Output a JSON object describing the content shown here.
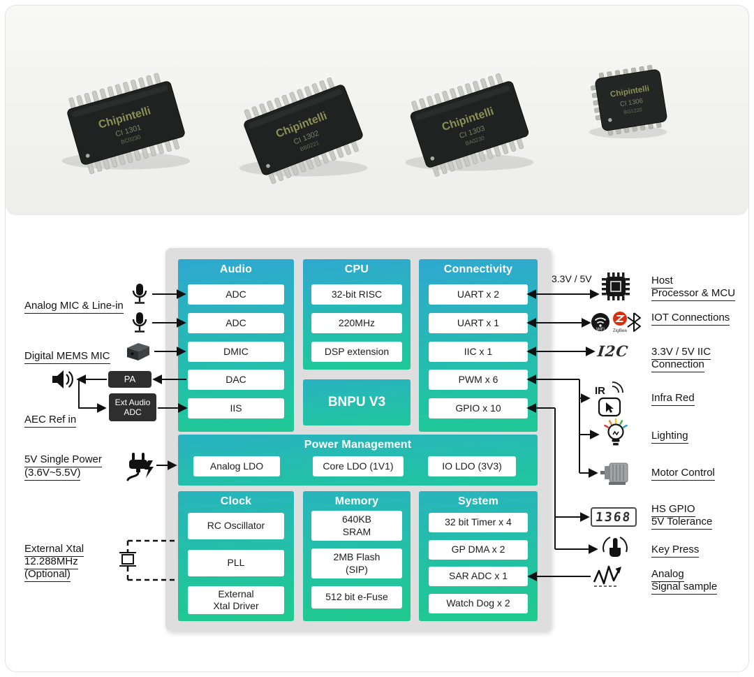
{
  "photo": {
    "chips": [
      {
        "brand": "Chipintelli",
        "part": "CI 1301",
        "lot": "BC0230"
      },
      {
        "brand": "Chipintelli",
        "part": "CI 1302",
        "lot": "BB0221"
      },
      {
        "brand": "Chipintelli",
        "part": "CI 1303",
        "lot": "BA0230"
      },
      {
        "brand": "Chipintelli",
        "part": "CI 1306",
        "lot": "BG1220"
      }
    ]
  },
  "diagram": {
    "audio": {
      "title": "Audio",
      "items": [
        "ADC",
        "ADC",
        "DMIC",
        "DAC",
        "IIS"
      ]
    },
    "cpu": {
      "title": "CPU",
      "items": [
        "32-bit RISC",
        "220MHz",
        "DSP extension"
      ]
    },
    "bnpu": {
      "title": "BNPU V3"
    },
    "connectivity": {
      "title": "Connectivity",
      "items": [
        "UART x 2",
        "UART x 1",
        "IIC x 1",
        "PWM x 6",
        "GPIO x 10"
      ]
    },
    "power": {
      "title": "Power Management",
      "items": [
        "Analog LDO",
        "Core LDO (1V1)",
        "IO LDO (3V3)"
      ]
    },
    "clock": {
      "title": "Clock",
      "items": [
        [
          "RC Oscillator"
        ],
        [
          "PLL"
        ],
        [
          "External",
          "Xtal Driver"
        ]
      ]
    },
    "memory": {
      "title": "Memory",
      "items": [
        [
          "640KB",
          "SRAM"
        ],
        [
          "2MB Flash",
          "(SIP)"
        ],
        [
          "512 bit e-Fuse"
        ]
      ]
    },
    "system": {
      "title": "System",
      "items": [
        "32 bit Timer x 4",
        "GP DMA x 2",
        "SAR ADC x 1",
        "Watch Dog x 2"
      ]
    }
  },
  "left": {
    "analog_mic_label": "Analog MIC & Line-in",
    "digital_mems_label": "Digital MEMS MIC",
    "pa_label": "PA",
    "ext_audio_adc_lines": [
      "Ext Audio",
      "ADC"
    ],
    "aec_label": "AEC Ref in",
    "power_label_lines": [
      "5V Single Power",
      "(3.6V~5.5V)"
    ],
    "xtal_label_lines": [
      "External Xtal",
      "12.288MHz",
      "(Optional)"
    ]
  },
  "right": {
    "voltage_label": "3.3V / 5V",
    "host_lines": [
      "Host",
      "Processor & MCU"
    ],
    "iot_label": "IOT Connections",
    "wifi_text": "WiFi",
    "zigbee_text": "ZigBee",
    "i2c_text": "I2C",
    "iic_lines": [
      "3.3V / 5V IIC",
      "Connection"
    ],
    "ir_text": "IR",
    "infrared_label": "Infra Red",
    "lighting_label": "Lighting",
    "motor_label": "Motor Control",
    "seven_segment_value": "1368",
    "hs_gpio_lines": [
      "HS GPIO",
      "5V Tolerance"
    ],
    "key_press_label": "Key Press",
    "analog_sample_lines": [
      "Analog",
      "Signal sample"
    ]
  }
}
